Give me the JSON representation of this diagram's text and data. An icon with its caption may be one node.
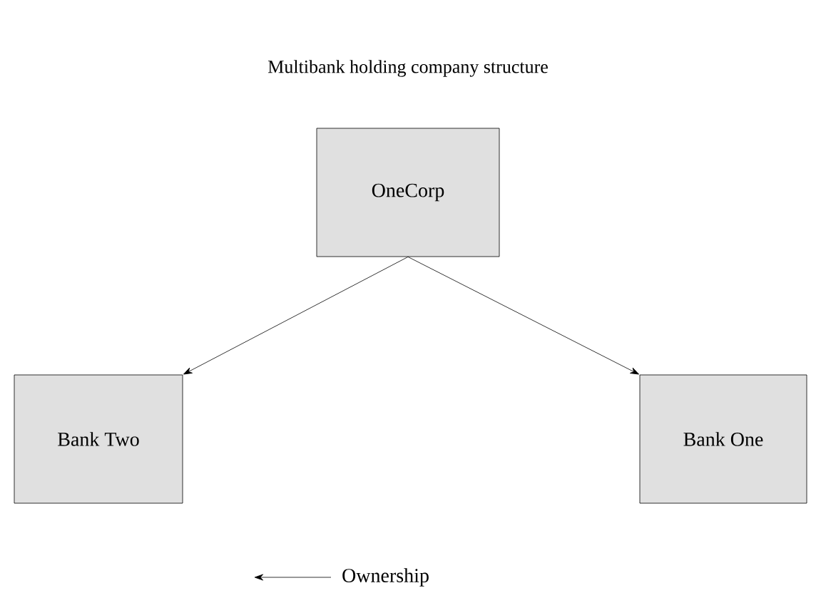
{
  "diagram": {
    "title": "Multibank holding company structure",
    "nodes": [
      {
        "text": [
          "OneCorp"
        ]
      },
      {
        "text": [
          "Bank Two"
        ]
      },
      {
        "text": [
          "Bank One"
        ]
      }
    ],
    "edges": [
      {
        "from": 0,
        "to": 1,
        "arrow": "to"
      },
      {
        "from": 0,
        "to": 2,
        "arrow": "to"
      }
    ],
    "legend": [
      {
        "text": "Ownership"
      }
    ]
  }
}
